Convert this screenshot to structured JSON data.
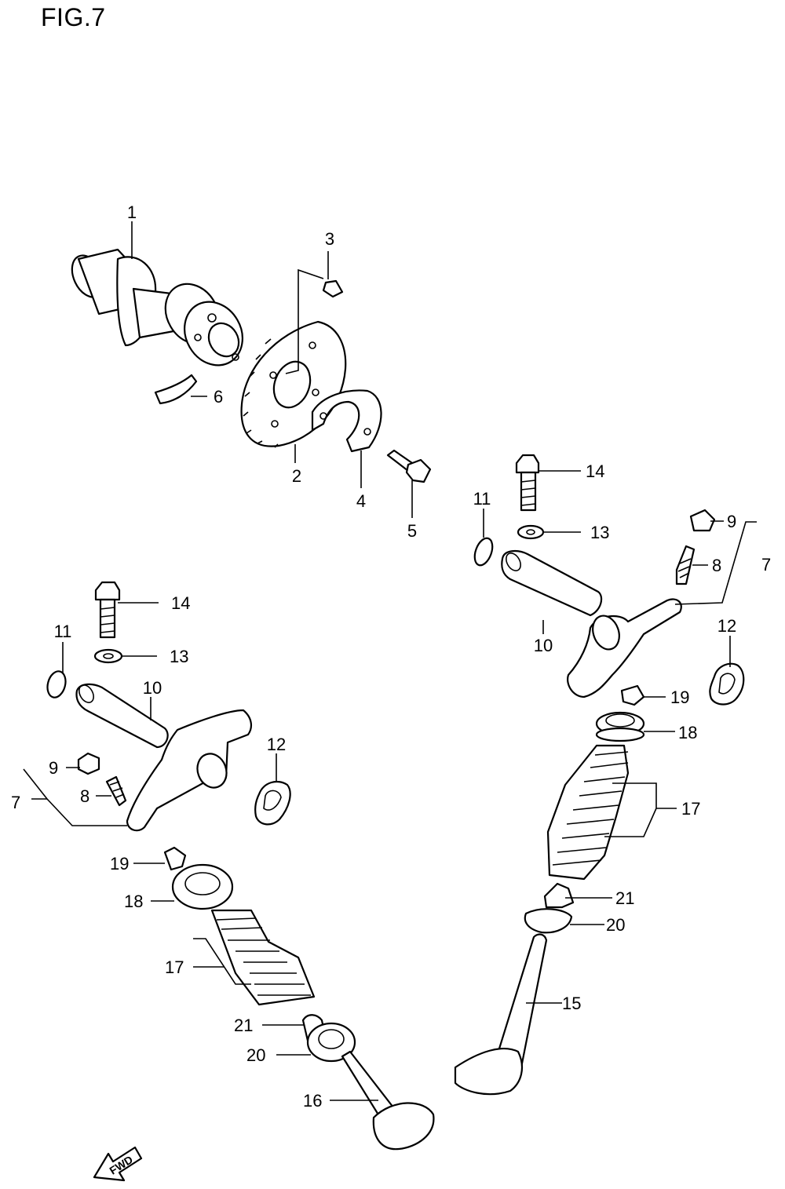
{
  "figure": {
    "title": "FIG.7"
  },
  "parts": [
    {
      "ref": "1"
    },
    {
      "ref": "2"
    },
    {
      "ref": "3"
    },
    {
      "ref": "4"
    },
    {
      "ref": "5"
    },
    {
      "ref": "6"
    },
    {
      "ref": "7"
    },
    {
      "ref": "8"
    },
    {
      "ref": "9"
    },
    {
      "ref": "10"
    },
    {
      "ref": "11"
    },
    {
      "ref": "12"
    },
    {
      "ref": "13"
    },
    {
      "ref": "14"
    },
    {
      "ref": "15"
    },
    {
      "ref": "16"
    },
    {
      "ref": "17"
    },
    {
      "ref": "18"
    },
    {
      "ref": "19"
    },
    {
      "ref": "20"
    },
    {
      "ref": "21"
    }
  ],
  "direction_badge": {
    "label": "FWD"
  }
}
